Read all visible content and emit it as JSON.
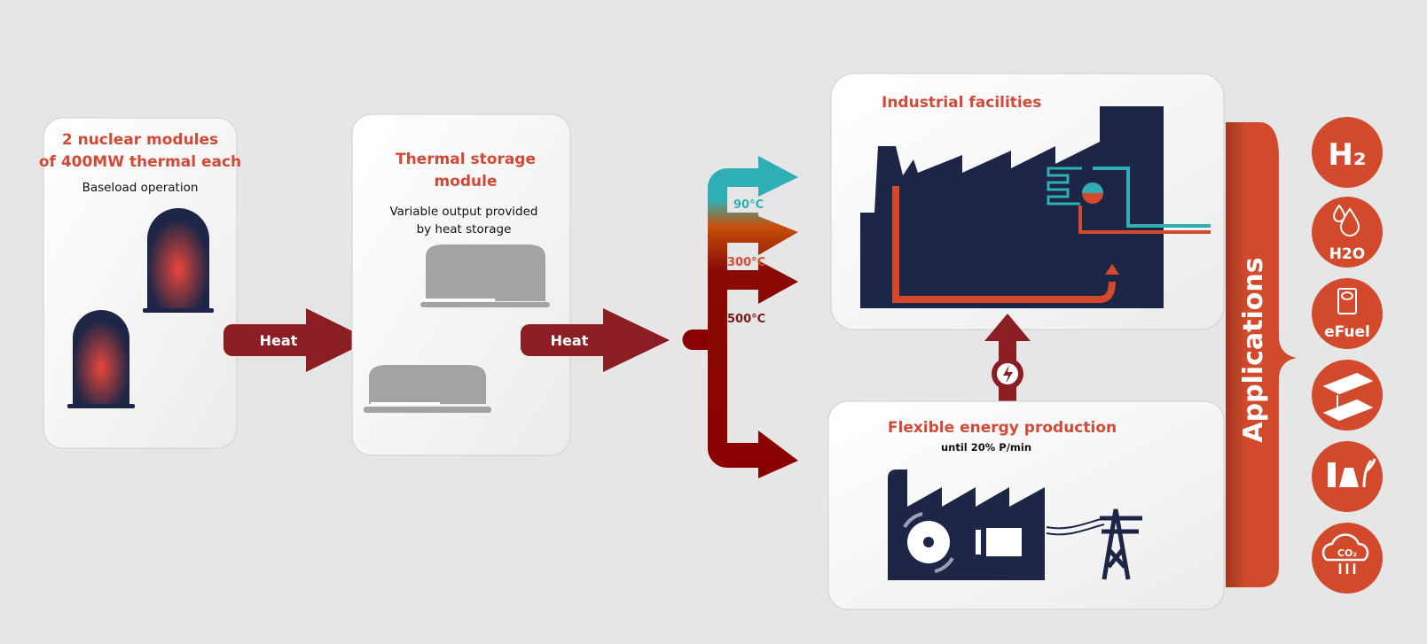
{
  "nuclear": {
    "title_line1": "2 nuclear modules",
    "title_line2": "of 400MW thermal each",
    "subtitle": "Baseload operation"
  },
  "heat_arrows": [
    "Heat",
    "Heat"
  ],
  "storage": {
    "title_line1": "Thermal storage",
    "title_line2": "module",
    "subtitle_line1": "Variable output provided",
    "subtitle_line2": "by heat storage"
  },
  "temperatures": [
    {
      "label": "90°C",
      "color": "#2fafb5"
    },
    {
      "label": "300°C",
      "color": "#d24a37"
    },
    {
      "label": "500°C",
      "color": "#7a1a1a"
    }
  ],
  "industrial": {
    "title": "Industrial facilities"
  },
  "flexible": {
    "title": "Flexible energy production",
    "subtitle": "until 20% P/min"
  },
  "applications": {
    "label": "Applications",
    "icons": [
      {
        "name": "hydrogen-icon",
        "text": "H₂"
      },
      {
        "name": "water-icon",
        "text": "H2O"
      },
      {
        "name": "efuel-icon",
        "text": "eFuel"
      },
      {
        "name": "steel-beam-icon",
        "text": ""
      },
      {
        "name": "chemicals-icon",
        "text": ""
      },
      {
        "name": "co2-capture-icon",
        "text": "CO₂"
      }
    ]
  },
  "colors": {
    "accent": "#d24a37",
    "navy": "#1d2646",
    "dark_red": "#8a1e22",
    "teal": "#2fafb5",
    "orange": "#c8500a"
  }
}
